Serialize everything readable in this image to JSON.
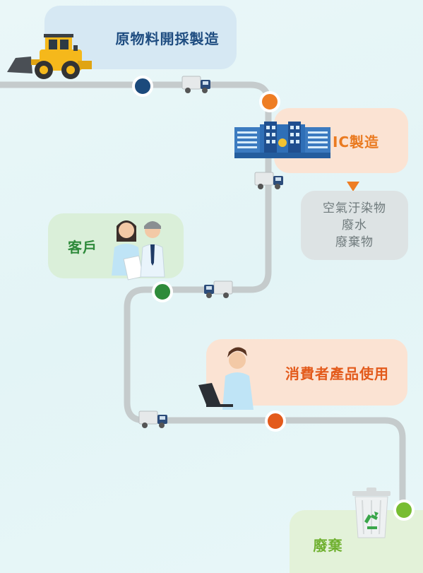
{
  "steps": {
    "raw_material": "原物料開採製造",
    "ic_manufacturing": "IC製造",
    "customer": "客戶",
    "consumer_use": "消費者產品使用",
    "disposal": "廢棄"
  },
  "byproducts": [
    "空氣汙染物",
    "廢水",
    "廢棄物"
  ],
  "colors": {
    "path": "#c5cbcc",
    "navy": "#1b4a7c",
    "orange": "#ee7d23",
    "green": "#2f8b3a",
    "deep_orange": "#e35a1b",
    "lime": "#78bd32"
  }
}
